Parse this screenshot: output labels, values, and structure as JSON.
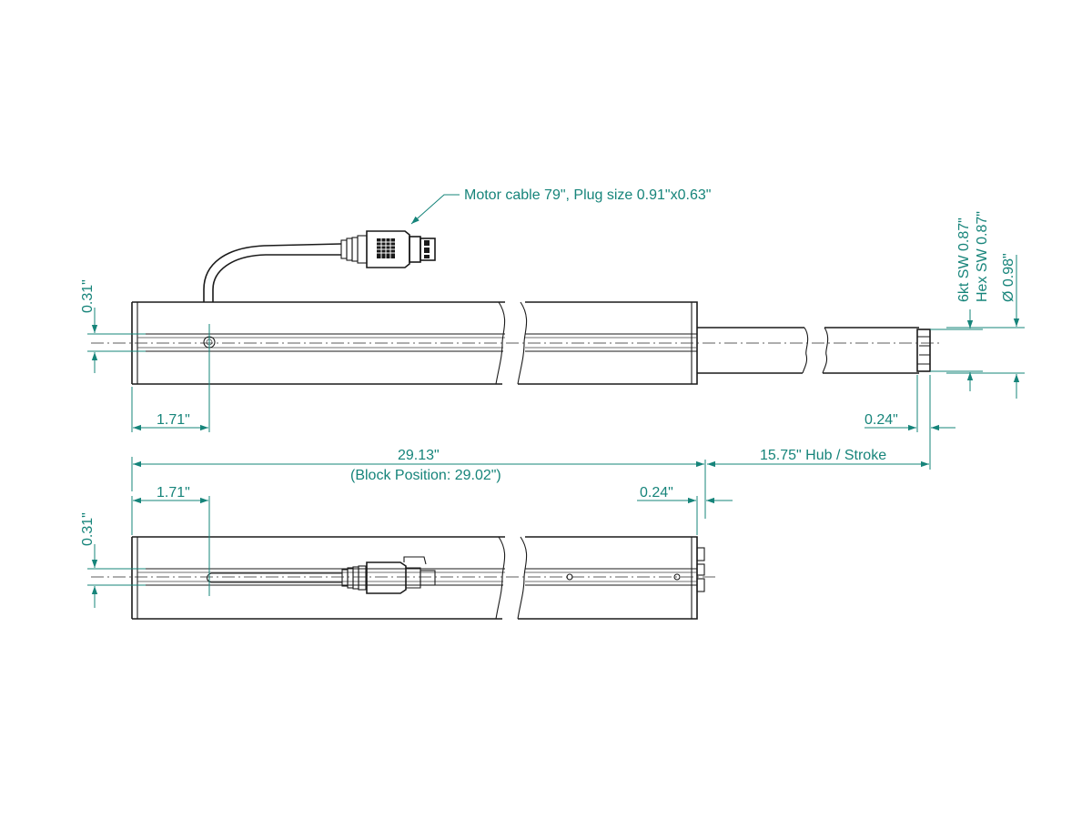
{
  "callouts": {
    "motor_cable": "Motor cable 79\", Plug size 0.91\"x0.63\""
  },
  "top_view": {
    "left_offset": "1.71\"",
    "height_offset": "0.31\"",
    "end_offset": "0.24\"",
    "hex_sw": "6kt SW  0.87\"",
    "hex_sw_en": "Hex SW 0.87\"",
    "diameter": "Ø  0.98\""
  },
  "overall": {
    "length": "29.13\"",
    "block_position": "(Block Position: 29.02\")",
    "stroke": "15.75\"  Hub / Stroke"
  },
  "bottom_view": {
    "left_offset": "1.71\"",
    "height_offset": "0.31\"",
    "end_offset": "0.24\""
  },
  "colors": {
    "dimension": "#16847a",
    "outline": "#1a1a1a"
  }
}
